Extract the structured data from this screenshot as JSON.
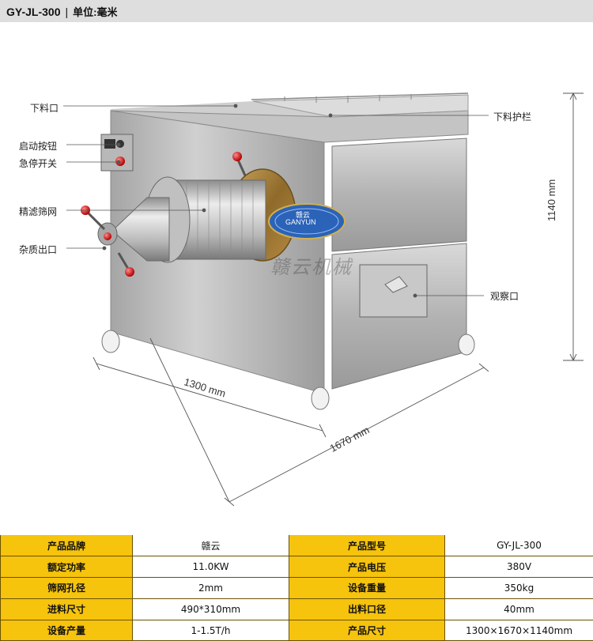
{
  "header": {
    "model": "GY-JL-300",
    "unit": "单位:毫米"
  },
  "labels": {
    "feed_inlet": "下料口",
    "start_button": "启动按钮",
    "emergency_stop": "急停开关",
    "filter_screen": "精滤筛网",
    "impurity_outlet": "杂质出口",
    "feed_guard": "下料护栏",
    "observation_port": "观察口"
  },
  "dimensions": {
    "height": "1140 mm",
    "width": "1300 mm",
    "length": "1670 mm"
  },
  "logo": {
    "chinese": "赣云",
    "english": "GANYUN",
    "watermark": "赣云机械"
  },
  "specs": [
    {
      "k1": "产品品牌",
      "v1": "赣云",
      "k2": "产品型号",
      "v2": "GY-JL-300"
    },
    {
      "k1": "额定功率",
      "v1": "11.0KW",
      "k2": "产品电压",
      "v2": "380V"
    },
    {
      "k1": "筛网孔径",
      "v1": "2mm",
      "k2": "设备重量",
      "v2": "350kg"
    },
    {
      "k1": "进料尺寸",
      "v1": "490*310mm",
      "k2": "出料口径",
      "v2": "40mm"
    },
    {
      "k1": "设备产量",
      "v1": "1-1.5T/h",
      "k2": "产品尺寸",
      "v2": "1300×1670×1140mm"
    }
  ]
}
